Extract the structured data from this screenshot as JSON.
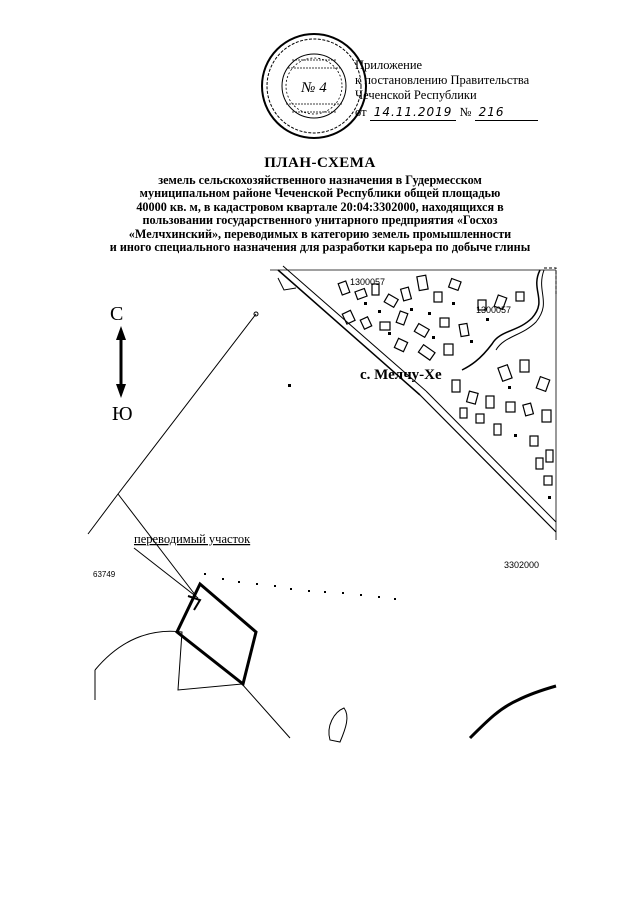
{
  "header": {
    "appendix_lines": [
      "Приложение",
      "к постановлению Правительства",
      "Чеченской Республики"
    ],
    "date_prefix": "от",
    "date_value": "14.11.2019",
    "number_prefix": "№",
    "number_value": "216"
  },
  "stamp": {
    "number_text": "№ 4"
  },
  "document": {
    "title": "ПЛАН-СХЕМА",
    "subtitle_lines": [
      "земель сельскохозяйственного назначения в Гудермесском",
      "муниципальном районе Чеченской Республики общей площадью",
      "40000 кв. м, в кадастровом квартале 20:04:3302000, находящихся в",
      "пользовании государственного унитарного предприятия «Госхоз",
      "«Мелчхинский», переводимых в категорию земель промышленности",
      "и иного специального назначения для разработки карьера по добыче глины"
    ]
  },
  "map": {
    "north_label": "С",
    "south_label": "Ю",
    "village_label": "с. Мелчу-Хе",
    "quarter_label_1": "1300057",
    "quarter_label_2": "1300057",
    "quarter_label_3": "3302000",
    "parcel_code": "63749",
    "plot_label": "переводимый участок"
  }
}
